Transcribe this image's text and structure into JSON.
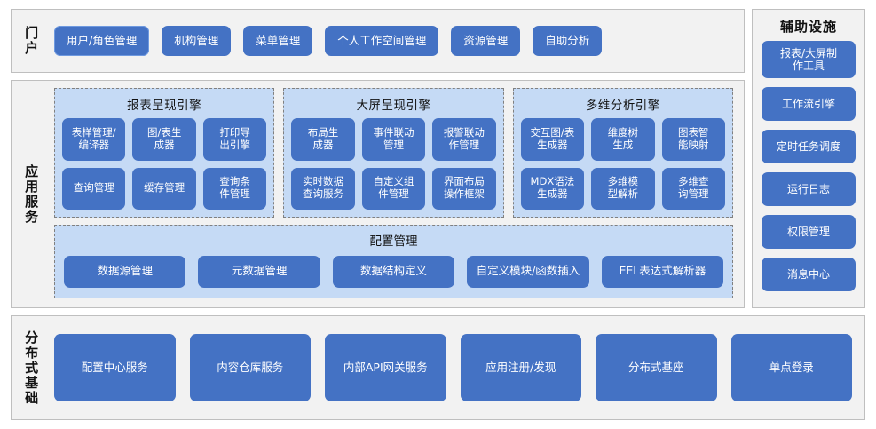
{
  "portal": {
    "label": "门户",
    "buttons": [
      {
        "label": "用户/角色管理"
      },
      {
        "label": "机构管理"
      },
      {
        "label": "菜单管理"
      },
      {
        "label": "个人工作空间管理"
      },
      {
        "label": "资源管理"
      },
      {
        "label": "自助分析"
      }
    ]
  },
  "aux": {
    "title": "辅助设施",
    "items": [
      {
        "label": "报表/大屏制\n作工具"
      },
      {
        "label": "工作流引擎"
      },
      {
        "label": "定时任务调度"
      },
      {
        "label": "运行日志"
      },
      {
        "label": "权限管理"
      },
      {
        "label": "消息中心"
      }
    ]
  },
  "app_service": {
    "label": "应用服务",
    "engines": [
      {
        "title": "报表呈现引擎",
        "items": [
          {
            "label": "表样管理/\n编译器"
          },
          {
            "label": "图/表生\n成器"
          },
          {
            "label": "打印导\n出引擎"
          },
          {
            "label": "查询管理"
          },
          {
            "label": "缓存管理"
          },
          {
            "label": "查询条\n件管理"
          }
        ]
      },
      {
        "title": "大屏呈现引擎",
        "items": [
          {
            "label": "布局生\n成器"
          },
          {
            "label": "事件联动\n管理"
          },
          {
            "label": "报警联动\n作管理"
          },
          {
            "label": "实时数据\n查询服务"
          },
          {
            "label": "自定义组\n件管理"
          },
          {
            "label": "界面布局\n操作框架"
          }
        ]
      },
      {
        "title": "多维分析引擎",
        "items": [
          {
            "label": "交互图/表\n生成器"
          },
          {
            "label": "维度树\n生成"
          },
          {
            "label": "图表智\n能映射"
          },
          {
            "label": "MDX语法\n生成器"
          },
          {
            "label": "多维模\n型解析"
          },
          {
            "label": "多维查\n询管理"
          }
        ]
      }
    ],
    "config": {
      "title": "配置管理",
      "items": [
        {
          "label": "数据源管理"
        },
        {
          "label": "元数据管理"
        },
        {
          "label": "数据结构定义"
        },
        {
          "label": "自定义模块/函数插入"
        },
        {
          "label": "EEL表达式解析器"
        }
      ]
    }
  },
  "distributed": {
    "label": "分布式基础",
    "items": [
      {
        "label": "配置中心服务"
      },
      {
        "label": "内容仓库服务"
      },
      {
        "label": "内部API网关服务"
      },
      {
        "label": "应用注册/发现"
      },
      {
        "label": "分布式基座"
      },
      {
        "label": "单点登录"
      }
    ]
  },
  "colors": {
    "button_fill": "#4472c4",
    "panel_fill": "#c5daf5",
    "frame_fill": "#f2f2f2",
    "frame_border": "#bfbfbf",
    "dashed_border": "#808080"
  }
}
